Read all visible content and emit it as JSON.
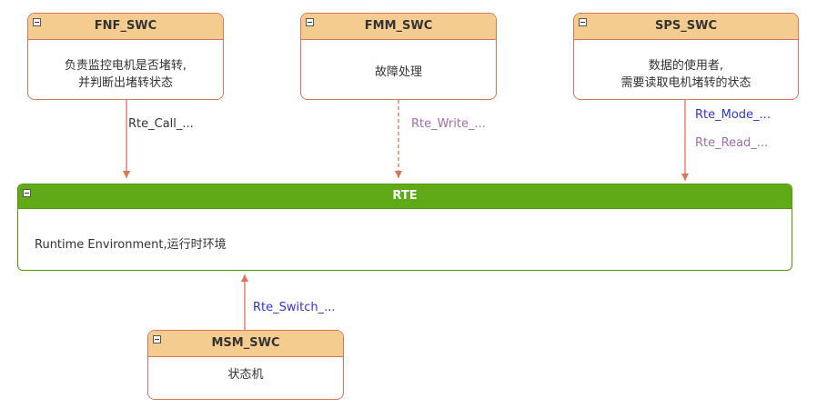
{
  "components": {
    "fnf": {
      "title": "FNF_SWC",
      "desc_line1": "负责监控电机是否堵转,",
      "desc_line2": "并判断出堵转状态"
    },
    "fmm": {
      "title": "FMM_SWC",
      "desc_line1": "故障处理"
    },
    "sps": {
      "title": "SPS_SWC",
      "desc_line1": "数据的使用者,",
      "desc_line2": "需要读取电机堵转的状态"
    },
    "rte": {
      "title": "RTE",
      "desc": "Runtime Environment,运行时环境"
    },
    "msm": {
      "title": "MSM_SWC",
      "desc": "状态机"
    }
  },
  "connectors": {
    "fnf_to_rte": "Rte_Call_...",
    "fmm_to_rte": "Rte_Write_...",
    "sps_mode": "Rte_Mode_...",
    "sps_read": "Rte_Read_...",
    "msm_to_rte": "Rte_Switch_..."
  },
  "colors": {
    "component_header": "#f5cc8f",
    "component_border": "#d9755a",
    "rte_header": "#60a917",
    "connector": "#d9755a",
    "label_purple": "#9c6fa8",
    "label_blue": "#3333cc"
  }
}
